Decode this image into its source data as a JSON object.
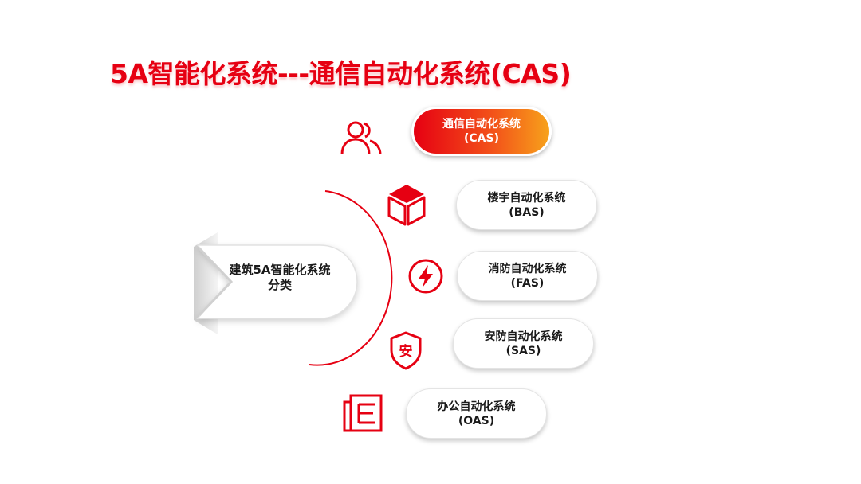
{
  "title": "5A智能化系统---通信自动化系统(CAS)",
  "center": {
    "label": "建筑5A智能化系统分类"
  },
  "items": [
    {
      "label": "通信自动化系统(CAS)",
      "icon": "users-icon",
      "active": true
    },
    {
      "label": "楼宇自动化系统(BAS)",
      "icon": "cube-icon",
      "active": false
    },
    {
      "label": "消防自动化系统(FAS)",
      "icon": "lightning-icon",
      "active": false
    },
    {
      "label": "安防自动化系统(SAS)",
      "icon": "shield-icon",
      "active": false
    },
    {
      "label": "办公自动化系统(OAS)",
      "icon": "document-icon",
      "active": false
    }
  ],
  "colors": {
    "accent": "#e60012",
    "gradient_end": "#f7a21b"
  }
}
